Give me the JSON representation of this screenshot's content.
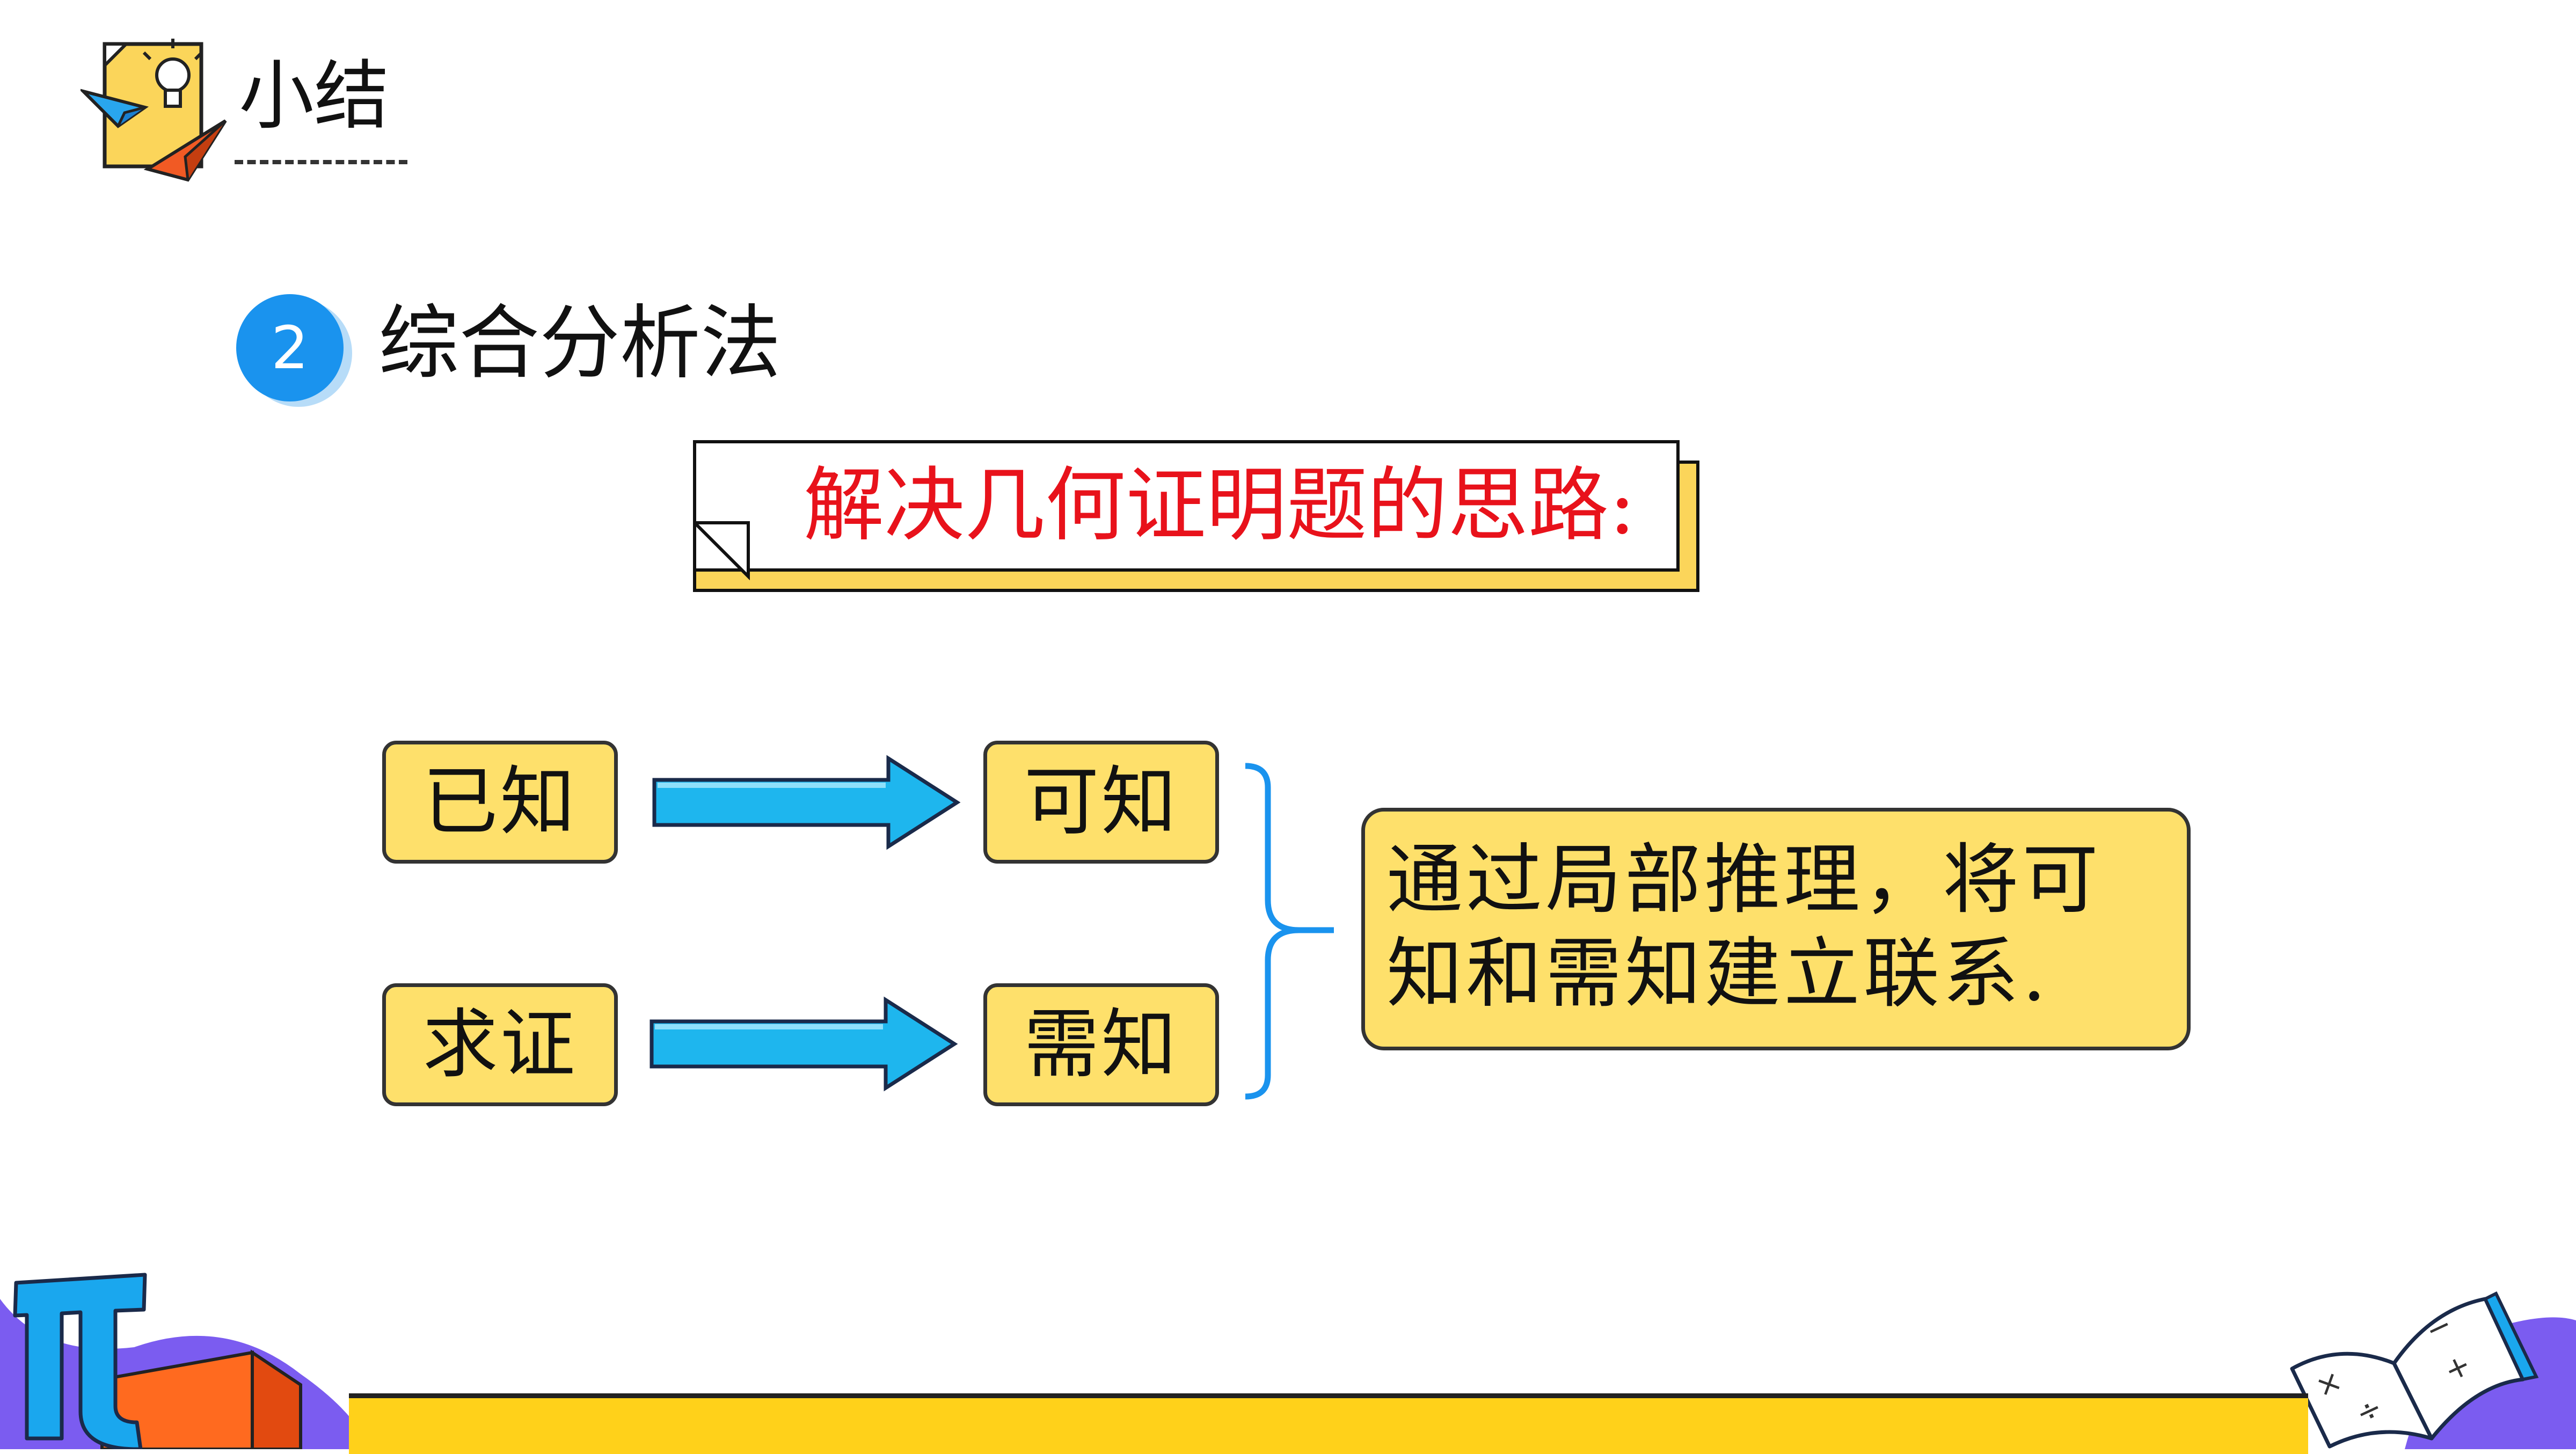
{
  "header": {
    "title": "小结"
  },
  "section": {
    "number": "2",
    "title": "综合分析法"
  },
  "banner": {
    "text": "解决几何证明题的思路:"
  },
  "flow": {
    "known": "已知",
    "derivable": "可知",
    "to_prove": "求证",
    "required": "需知"
  },
  "result": {
    "line1": "通过局部推理，将可",
    "line2": "知和需知建立联系."
  },
  "colors": {
    "accent_yellow": "#fee06b",
    "arrow_blue": "#1eb6ee",
    "brace_blue": "#1a93ee",
    "banner_red": "#e8121b",
    "bottom_bar": "#ffd11a"
  },
  "icons": [
    "lightbulb-icon",
    "paper-plane-icon",
    "pi-symbol-icon",
    "open-book-icon"
  ]
}
